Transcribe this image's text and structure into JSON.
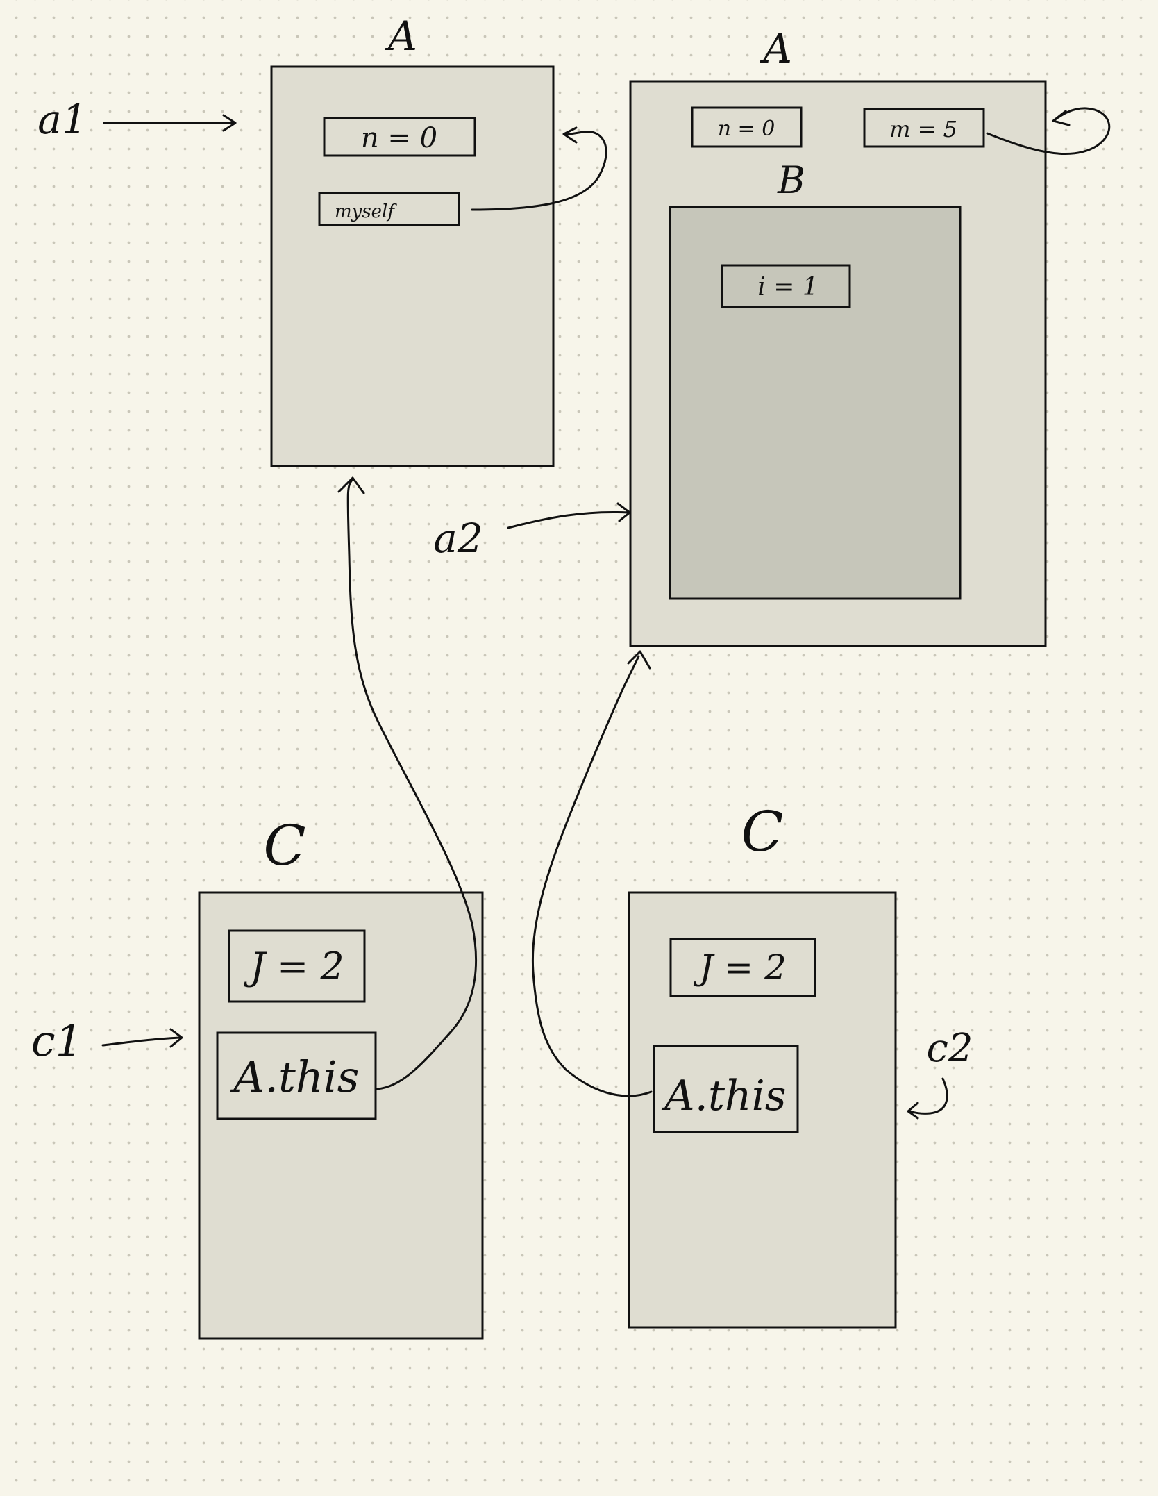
{
  "objects": {
    "a1_obj": {
      "class_label": "A",
      "field_n": "n = 0",
      "field_myself": "myself"
    },
    "a2_obj": {
      "class_label": "A",
      "field_n": "n = 0",
      "field_m": "m = 5"
    },
    "b_obj": {
      "class_label": "B",
      "field_i": "i = 1"
    },
    "c1_obj": {
      "class_label": "C",
      "field_j": "J = 2",
      "field_athis": "A.this"
    },
    "c2_obj": {
      "class_label": "C",
      "field_j": "J = 2",
      "field_athis": "A.this"
    }
  },
  "references": {
    "a1": "a1",
    "a2": "a2",
    "c1": "c1",
    "c2": "c2"
  },
  "colors": {
    "background": "#f7f5ea",
    "object_fill": "#dfddd1",
    "inner_object_fill": "#c6c6ba",
    "ink": "#111111"
  }
}
